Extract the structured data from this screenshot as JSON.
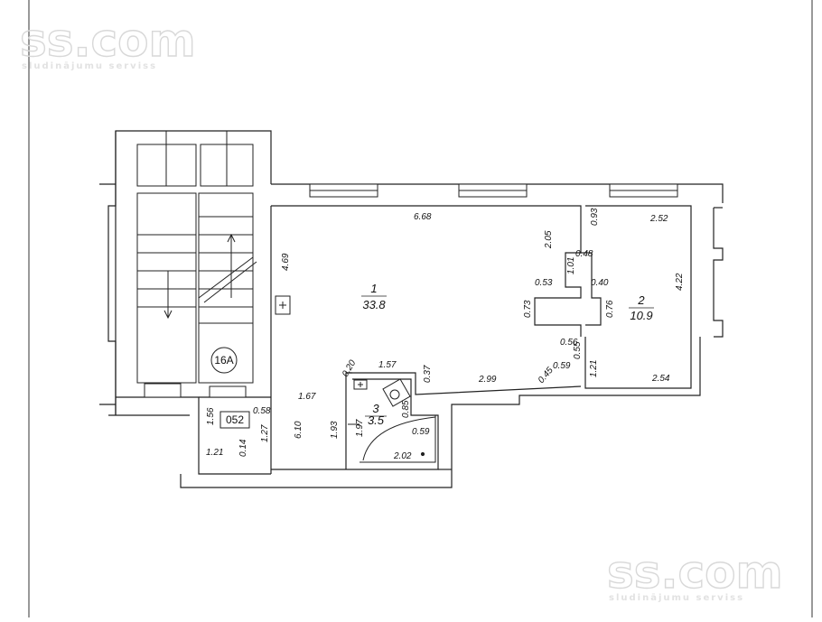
{
  "watermark": {
    "brand": "ss.com",
    "tagline": "sludinājumu serviss"
  },
  "rooms": [
    {
      "number": "1",
      "area": "33.8"
    },
    {
      "number": "2",
      "area": "10.9"
    },
    {
      "number": "3",
      "area": "3.5"
    }
  ],
  "labels": {
    "stair": "16A",
    "unit": "052"
  },
  "dimensions": [
    "6.68",
    "4.69",
    "2.05",
    "0.93",
    "2.52",
    "0.48",
    "1.01",
    "0.53",
    "0.40",
    "0.73",
    "0.76",
    "4.22",
    "0.56",
    "0.55",
    "0.59",
    "1.21",
    "2.54",
    "0.45",
    "2.99",
    "0.37",
    "1.57",
    "0.20",
    "1.67",
    "6.10",
    "1.93",
    "1.97",
    "0.85",
    "0.59",
    "2.02",
    "1.56",
    "0.58",
    "1.27",
    "0.14",
    "1.21"
  ]
}
